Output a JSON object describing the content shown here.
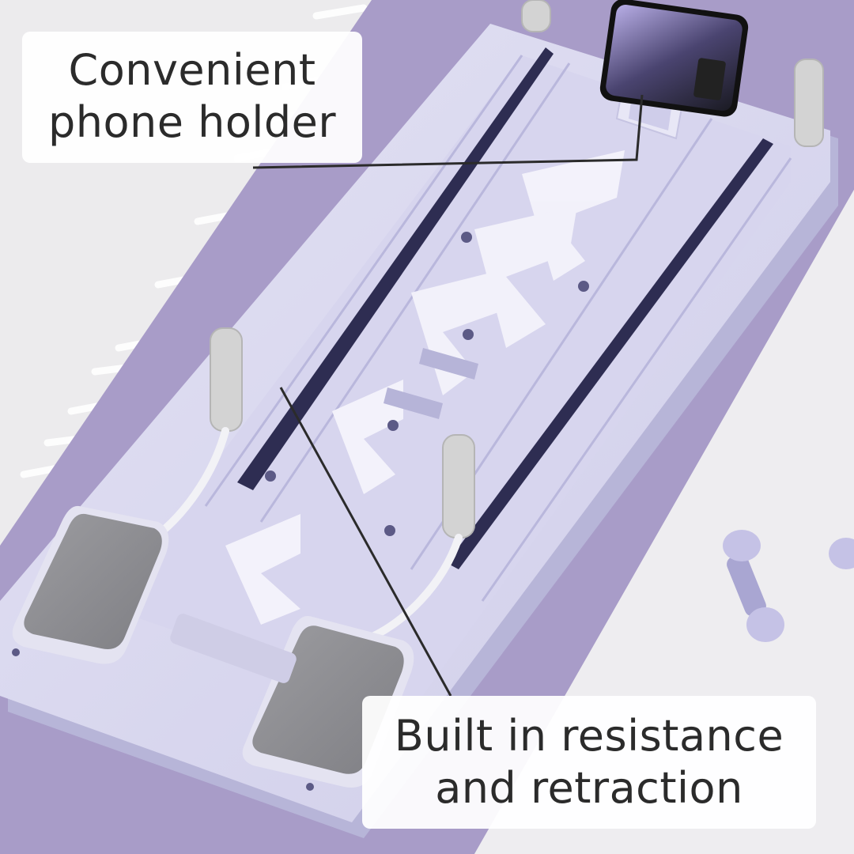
{
  "callouts": {
    "phone_holder": {
      "line1": "Convenient",
      "line2": "phone holder"
    },
    "resistance": {
      "line1": "Built in resistance",
      "line2": "and retraction"
    }
  },
  "colors": {
    "board": "#d9d8ef",
    "board_shadow": "#b9b7d9",
    "mat": "#a89cc8",
    "floor": "#ecebed",
    "pad": "#8f8f93",
    "callout_bg": "#ffffff",
    "callout_text": "#2b2b2b"
  }
}
